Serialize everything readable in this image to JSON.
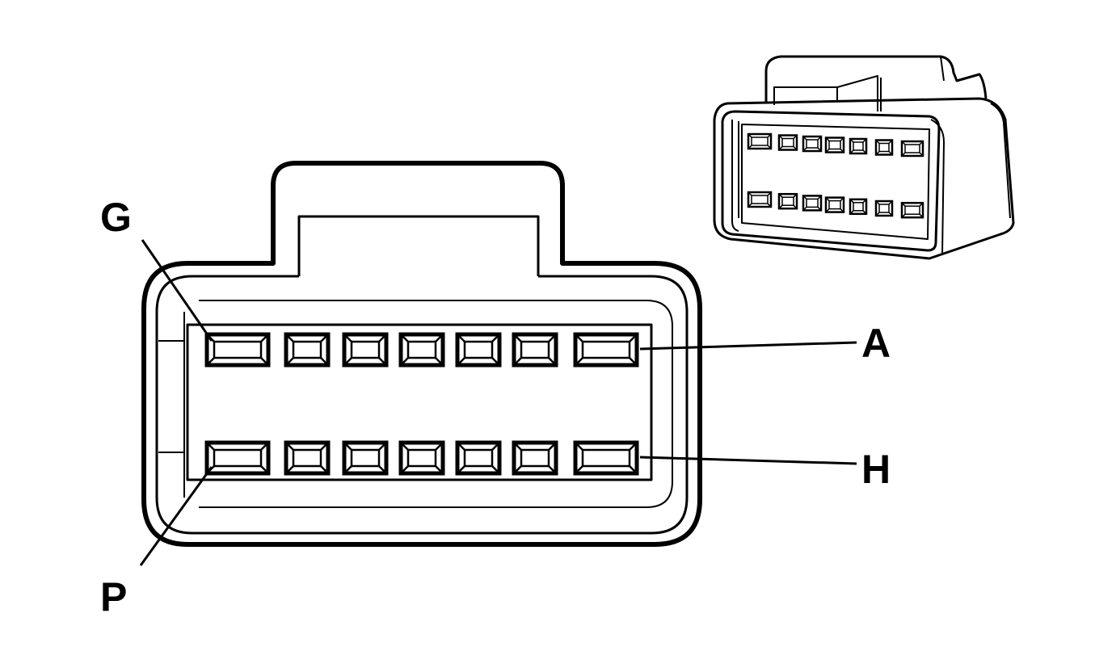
{
  "labels": {
    "pin_a": "A",
    "pin_g": "G",
    "pin_h": "H",
    "pin_p": "P"
  },
  "connector": {
    "rows": 2,
    "pins_per_row": 7,
    "total_cavities": 14
  },
  "colors": {
    "line": "#000000",
    "background": "#ffffff"
  }
}
